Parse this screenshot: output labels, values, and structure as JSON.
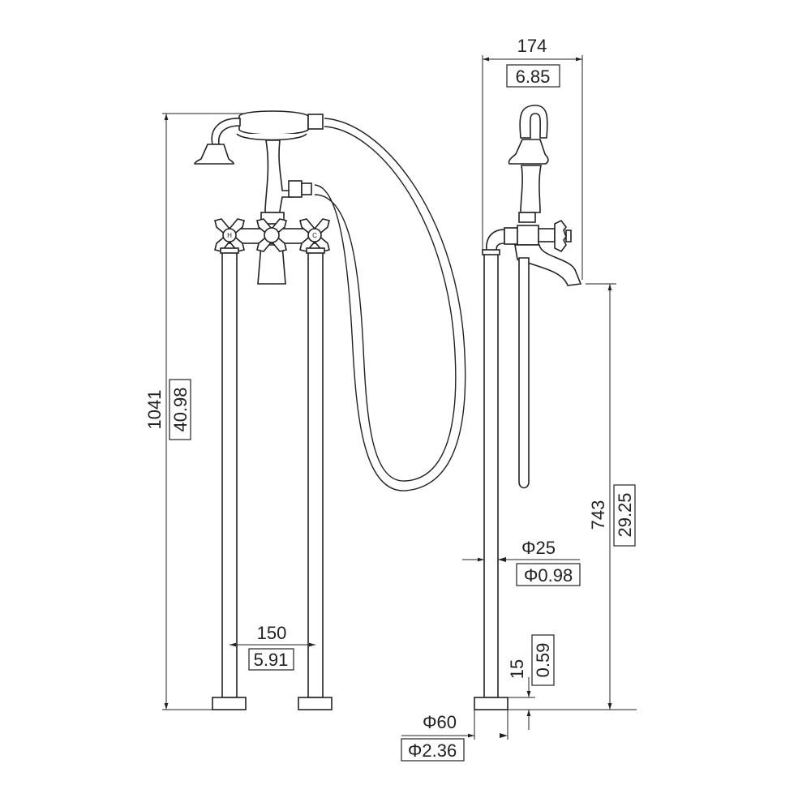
{
  "drawing": {
    "title": "Freestanding bath mixer with hand shower - dimension drawing",
    "line_color": "#222222",
    "handles": {
      "hot": "H",
      "cold": "C"
    },
    "dimensions": {
      "width_side": {
        "mm": "174",
        "inch": "6.85"
      },
      "total_height": {
        "mm": "1041",
        "inch": "40.98"
      },
      "spout_height": {
        "mm": "743",
        "inch": "29.25"
      },
      "pipe_diameter": {
        "mm": "Φ25",
        "inch": "Φ0.98"
      },
      "pipe_spacing": {
        "mm": "150",
        "inch": "5.91"
      },
      "base_height": {
        "mm": "15",
        "inch": "0.59"
      },
      "base_diameter": {
        "mm": "Φ60",
        "inch": "Φ2.36"
      }
    }
  }
}
